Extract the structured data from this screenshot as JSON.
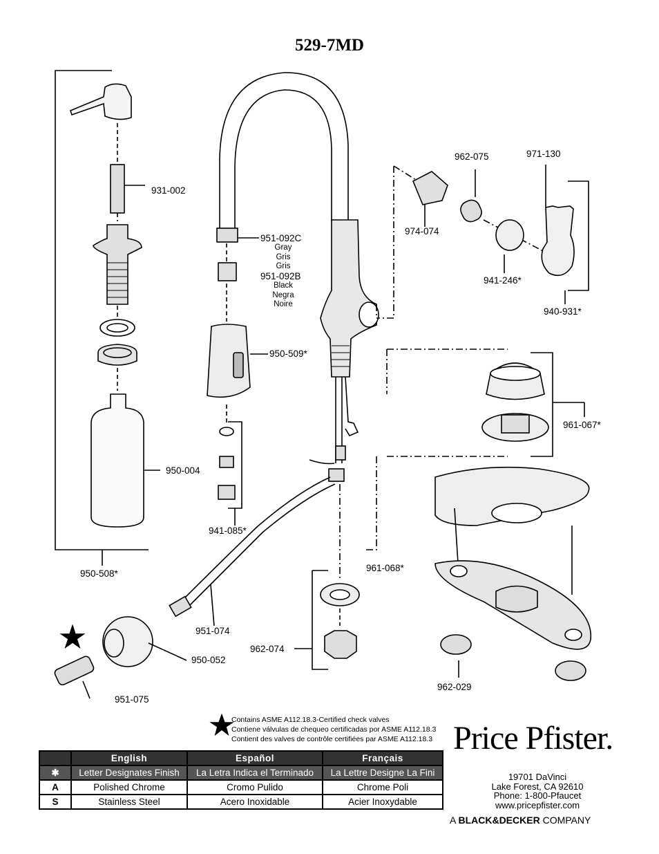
{
  "title": "529-7MD",
  "parts": {
    "p931_002": "931-002",
    "p951_092C": "951-092C",
    "p951_092C_colors": [
      "Gray",
      "Gris",
      "Gris"
    ],
    "p951_092B": "951-092B",
    "p951_092B_colors": [
      "Black",
      "Negra",
      "Noire"
    ],
    "p950_509": "950-509*",
    "p950_004": "950-004",
    "p941_085": "941-085*",
    "p950_508": "950-508*",
    "p951_074": "951-074",
    "p950_052": "950-052",
    "p951_075": "951-075",
    "p962_075": "962-075",
    "p971_130": "971-130",
    "p974_074": "974-074",
    "p941_246": "941-246*",
    "p940_931": "940-931*",
    "p961_067": "961-067*",
    "p961_068": "961-068*",
    "p962_074": "962-074",
    "p962_029": "962-029"
  },
  "notes": [
    "Contains ASME A112.18.3-Certified check valves",
    "Contiene válvulas de chequeo certificadas por ASME A112.18.3",
    "Contient des valves de contrôle certifiées par ASME A112.18.3"
  ],
  "finish_table": {
    "headers": [
      "English",
      "Español",
      "Français"
    ],
    "subheader_key": "✱",
    "subheader": [
      "Letter Designates Finish",
      "La Letra Indica el Terminado",
      "La Lettre Designe La Fini"
    ],
    "rows": [
      {
        "key": "A",
        "values": [
          "Polished Chrome",
          "Cromo Pulido",
          "Chrome Poli"
        ]
      },
      {
        "key": "S",
        "values": [
          "Stainless Steel",
          "Acero Inoxidable",
          "Acier Inoxydable"
        ]
      }
    ]
  },
  "brand": {
    "logo": "Price Pfister.",
    "address": [
      "19701 DaVinci",
      "Lake Forest, CA 92610",
      "Phone: 1-800-Pfaucet",
      "www.pricepfister.com"
    ],
    "company_prefix": "A",
    "company_brand": "BLACK&DECKER",
    "company_suffix": "COMPANY"
  }
}
